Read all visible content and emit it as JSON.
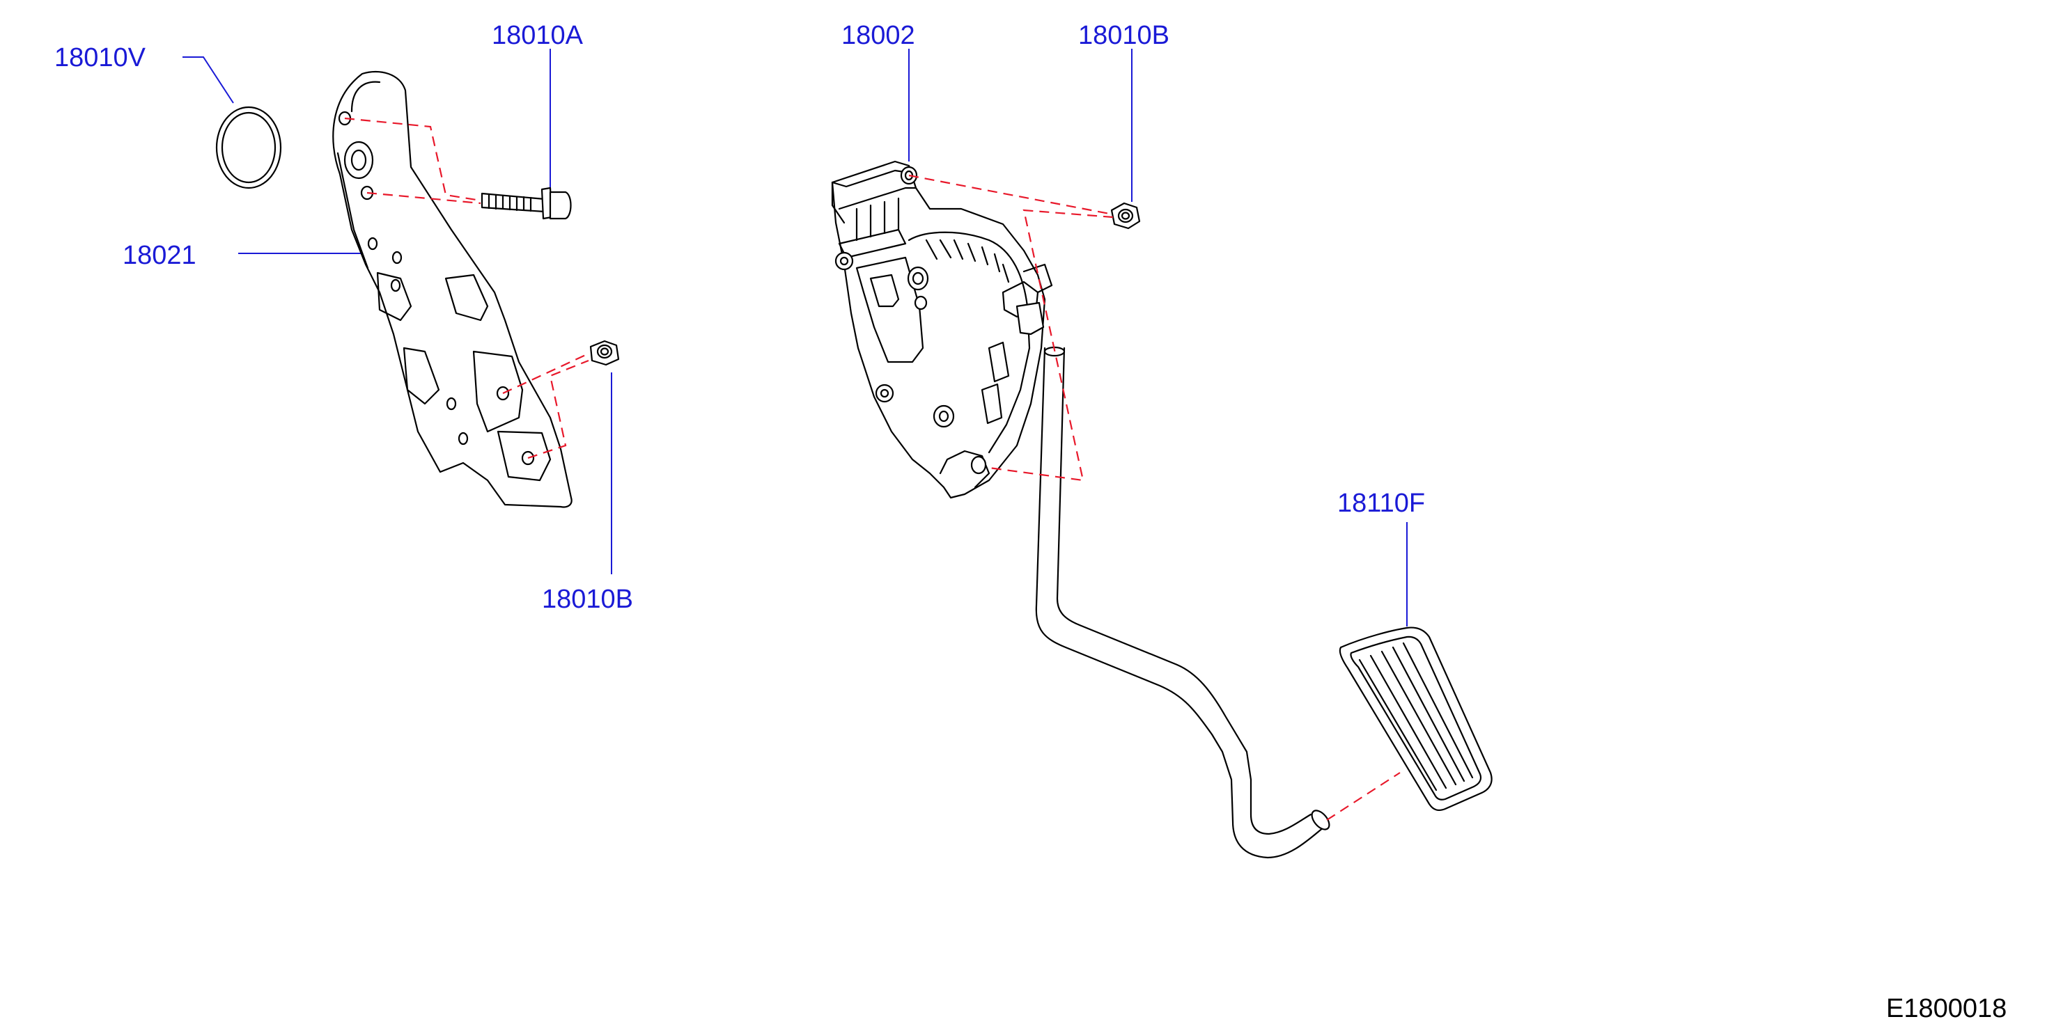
{
  "diagram": {
    "part_labels": {
      "gasket": "18010V",
      "bolt": "18010A",
      "pedal_assembly": "18002",
      "nut_upper": "18010B",
      "bracket": "18021",
      "nut_lower": "18010B",
      "pedal_pad": "18110F"
    },
    "diagram_id": "E1800018"
  },
  "colors": {
    "label": "#1a1ad6",
    "reference_dash": "#e8182a",
    "line_art": "#000000"
  }
}
